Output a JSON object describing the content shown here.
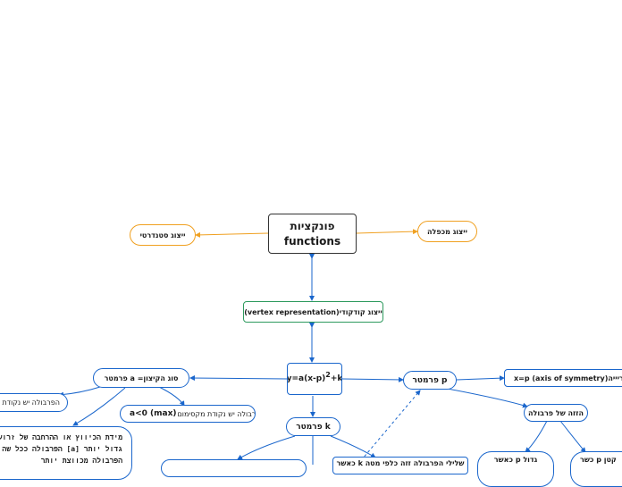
{
  "central": {
    "line1": "פונקציות",
    "line2": "functions"
  },
  "standard": {
    "label": "ייצוג סטנדרטי"
  },
  "factored": {
    "label": "ייצוג מכפלה"
  },
  "vertex_form": {
    "label": "(vertex representation)ייצוג קודקודי"
  },
  "formula": {
    "base": "y=a(x-p)",
    "exponent": "2",
    "tail": "+k"
  },
  "param_a": {
    "label": "פרמטר a =סוג הקיצון"
  },
  "min_text": {
    "label": "הפרבולה יש נקודת"
  },
  "max_text": {
    "label": "לפרבולה יש נקודת מקסימום",
    "suffix": "a<0 (max)"
  },
  "widen_text": {
    "line1": "מידת הכיווץ או ההרחבה של זרועו",
    "line2": "הפרבולה ככל שה [a] גדול יותר",
    "line3": "הפרבולה מכווצת יותר"
  },
  "param_p": {
    "label": "פרמטר p"
  },
  "symmetry": {
    "label": "x=p (axis of symmetry)שריייה"
  },
  "shift": {
    "label": "הזזה של פרבולה"
  },
  "p_big": {
    "line1": "כאשר p גדול",
    "line2": ""
  },
  "p_small": {
    "label": "כשר p קטן"
  },
  "param_k": {
    "label": "פרמטר k"
  },
  "k_text": {
    "label": "כאשר k שלילי הפרבולה זזה כלפי מטה"
  },
  "colors": {
    "link": "#1a66cc",
    "orange": "#f0a020",
    "green": "#2e9a5e"
  }
}
